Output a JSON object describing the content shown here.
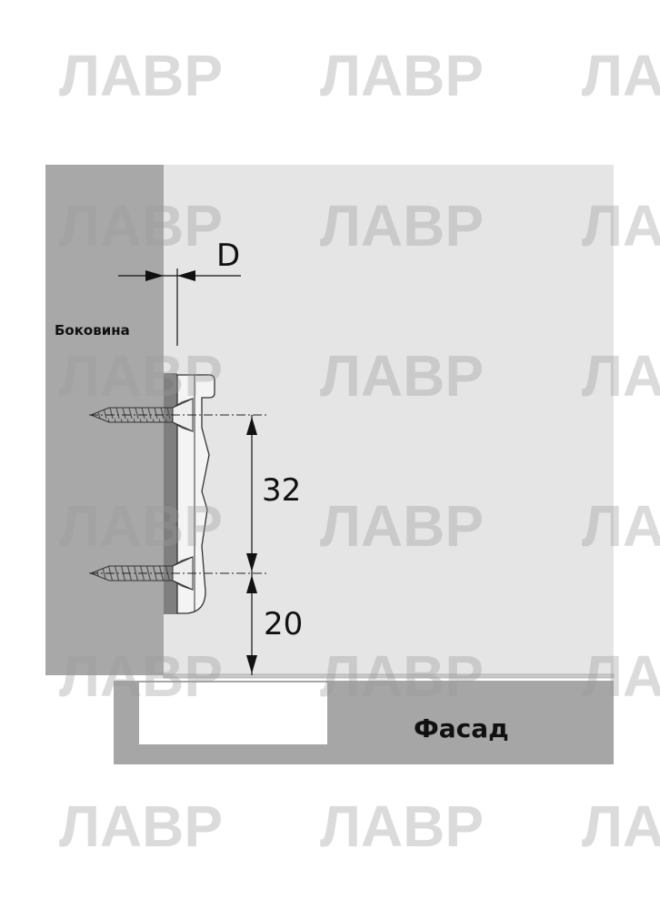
{
  "labels": {
    "side_panel": "Боковина",
    "facade": "Фасад",
    "offset": "D",
    "hole_spacing": "32",
    "edge_distance": "20"
  },
  "watermark": "ЛАВР",
  "colors": {
    "side_panel": "#a8a8a8",
    "cabinet_interior": "#e5e5e5",
    "facade": "#a6a6a6",
    "line": "#111111"
  }
}
